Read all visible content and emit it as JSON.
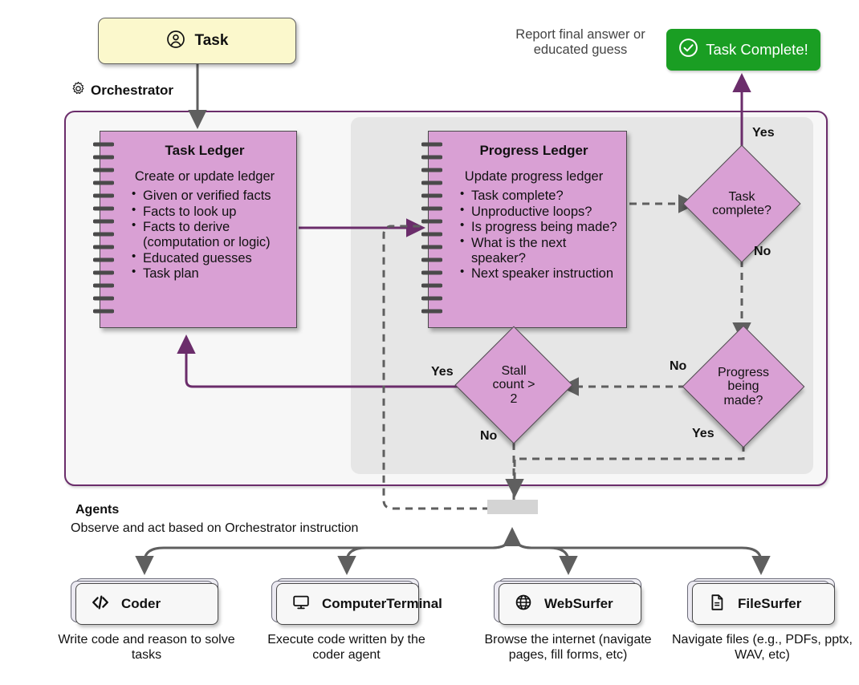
{
  "task": {
    "label": "Task",
    "icon": "user-circle-icon",
    "fill": "#fbf8cc"
  },
  "orchestrator": {
    "title": "Orchestrator",
    "icon": "gear-icon",
    "border_color": "#6b2d6b"
  },
  "report": {
    "text": "Report final answer or educated guess"
  },
  "complete_badge": {
    "label": "Task Complete!",
    "icon": "check-circle-icon",
    "color": "#1a9e23"
  },
  "task_ledger": {
    "title": "Task Ledger",
    "subtitle": "Create or update ledger",
    "items": [
      "Given or verified facts",
      "Facts to look up",
      "Facts to derive (computation or logic)",
      "Educated guesses",
      "Task plan"
    ],
    "fill": "#d9a0d4"
  },
  "progress_ledger": {
    "title": "Progress Ledger",
    "subtitle": "Update progress ledger",
    "items": [
      "Task complete?",
      "Unproductive loops?",
      "Is progress being made?",
      "What is the next speaker?",
      "Next speaker instruction"
    ],
    "fill": "#d9a0d4"
  },
  "decisions": {
    "task_complete": {
      "line1": "Task",
      "line2": "complete?",
      "yes": "Yes",
      "no": "No"
    },
    "progress_made": {
      "line1": "Progress",
      "line2": "being",
      "line3": "made?",
      "yes": "Yes",
      "no": "No"
    },
    "stall": {
      "line1": "Stall",
      "line2": "count >",
      "line3": "2",
      "yes": "Yes",
      "no": "No"
    }
  },
  "agents_section": {
    "title": "Agents",
    "subtitle": "Observe and act based on Orchestrator instruction"
  },
  "agents": [
    {
      "name": "Coder",
      "icon": "code-icon",
      "description": "Write code and reason to solve tasks"
    },
    {
      "name": "ComputerTerminal",
      "icon": "monitor-icon",
      "description": "Execute code written by the coder agent"
    },
    {
      "name": "WebSurfer",
      "icon": "globe-icon",
      "description": "Browse the internet (navigate pages, fill forms, etc)"
    },
    {
      "name": "FileSurfer",
      "icon": "file-icon",
      "description": "Navigate files (e.g., PDFs, pptx, WAV, etc)"
    }
  ]
}
